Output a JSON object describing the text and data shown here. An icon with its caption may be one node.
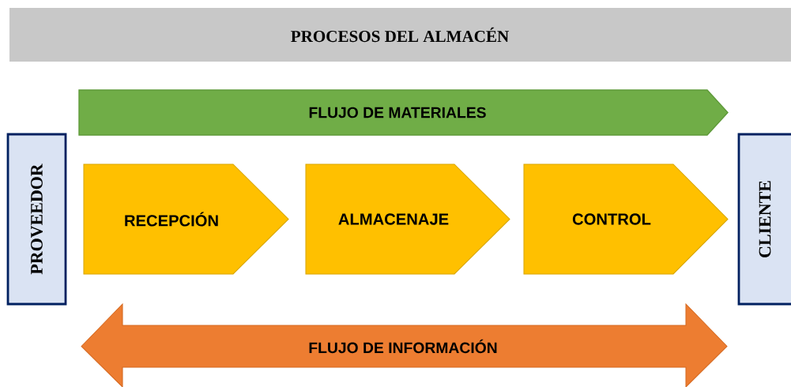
{
  "diagram": {
    "title": "PROCESOS DEL ALMACÉN",
    "nodes": [
      {
        "text": [
          "FLUJO DE MATERIALES"
        ]
      },
      {
        "text": [
          "PROVEEDOR"
        ]
      },
      {
        "text": [
          "RECEPCIÓN"
        ]
      },
      {
        "text": [
          "ALMACENAJE"
        ]
      },
      {
        "text": [
          "CONTROL"
        ]
      },
      {
        "text": [
          "CLIENTE"
        ]
      },
      {
        "text": [
          "FLUJO DE INFORMACIÓN"
        ]
      }
    ]
  }
}
